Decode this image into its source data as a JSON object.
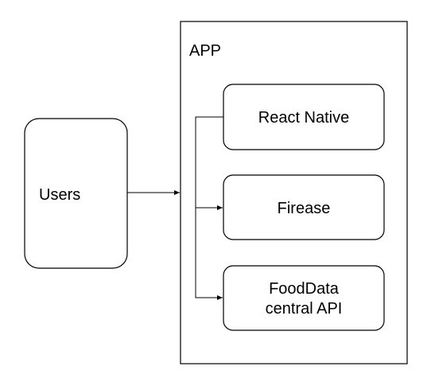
{
  "diagram": {
    "app_container": {
      "label": "APP"
    },
    "users": {
      "label": "Users"
    },
    "components": [
      {
        "lines": [
          "React Native"
        ]
      },
      {
        "lines": [
          "Firease"
        ]
      },
      {
        "lines": [
          "FoodData",
          "central API"
        ]
      }
    ],
    "colors": {
      "stroke": "#000000",
      "fill": "#ffffff",
      "text": "#000000"
    }
  }
}
